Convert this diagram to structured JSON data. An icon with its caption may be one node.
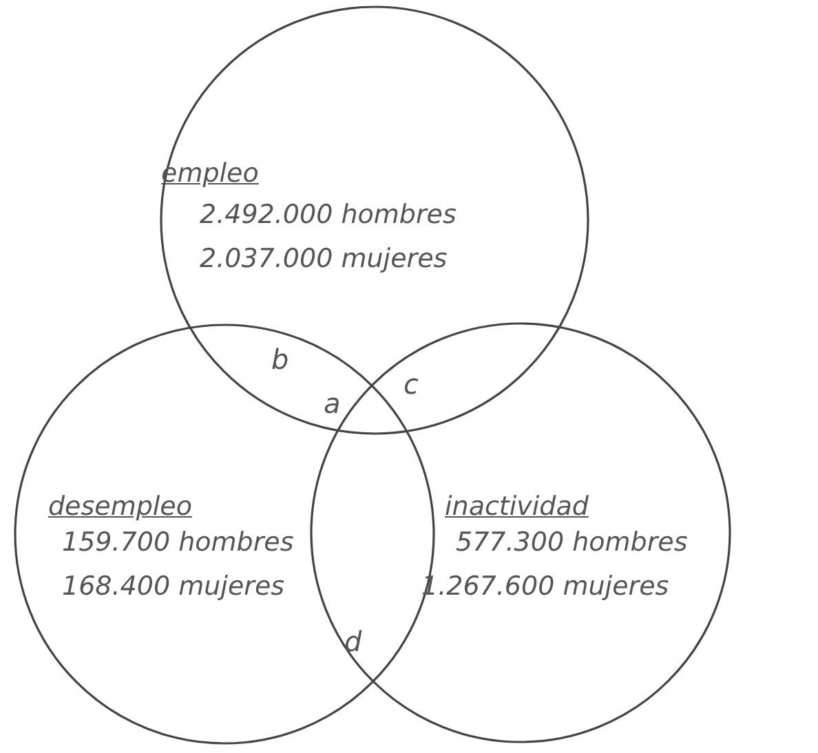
{
  "diagram": {
    "nodes": [
      {
        "text": [
          "empleo",
          "2.492.000 hombres",
          "2.037.000 mujeres"
        ]
      },
      {
        "text": [
          "desempleo",
          "159.700 hombres",
          "168.400 mujeres"
        ]
      },
      {
        "text": [
          "inactividad",
          "577.300 hombres",
          "1.267.600 mujeres"
        ]
      }
    ],
    "labels": [
      "b",
      "c",
      "a",
      "d"
    ]
  }
}
